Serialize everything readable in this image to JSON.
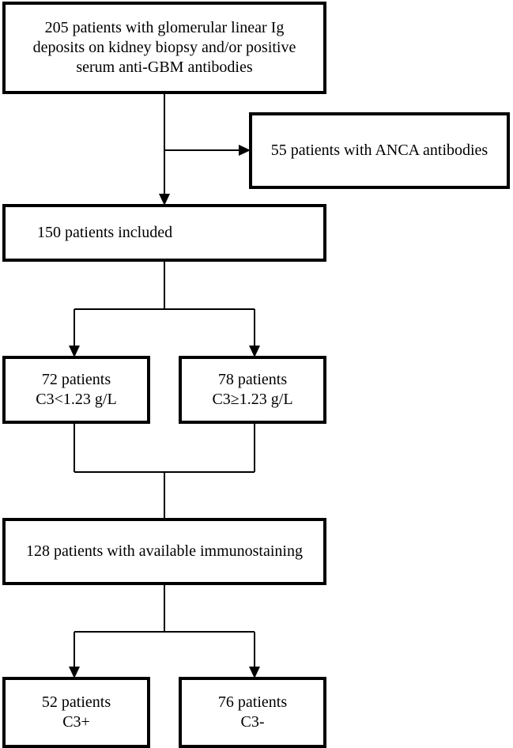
{
  "boxes": {
    "start": {
      "lines": [
        "205 patients with glomerular linear Ig",
        "deposits on kidney biopsy and/or positive",
        "serum anti-GBM antibodies"
      ]
    },
    "anca": {
      "lines": [
        "55 patients with ANCA antibodies"
      ]
    },
    "included": {
      "lines": [
        "150 patients included"
      ]
    },
    "low_c3": {
      "lines": [
        "72 patients",
        "C3<1.23 g/L"
      ]
    },
    "high_c3": {
      "lines": [
        "78 patients",
        "C3≥1.23 g/L"
      ]
    },
    "immunostaining": {
      "lines": [
        "128 patients with available immunostaining"
      ]
    },
    "c3_pos": {
      "lines": [
        "52 patients",
        "C3+"
      ]
    },
    "c3_neg": {
      "lines": [
        "76 patients",
        "C3-"
      ]
    }
  }
}
